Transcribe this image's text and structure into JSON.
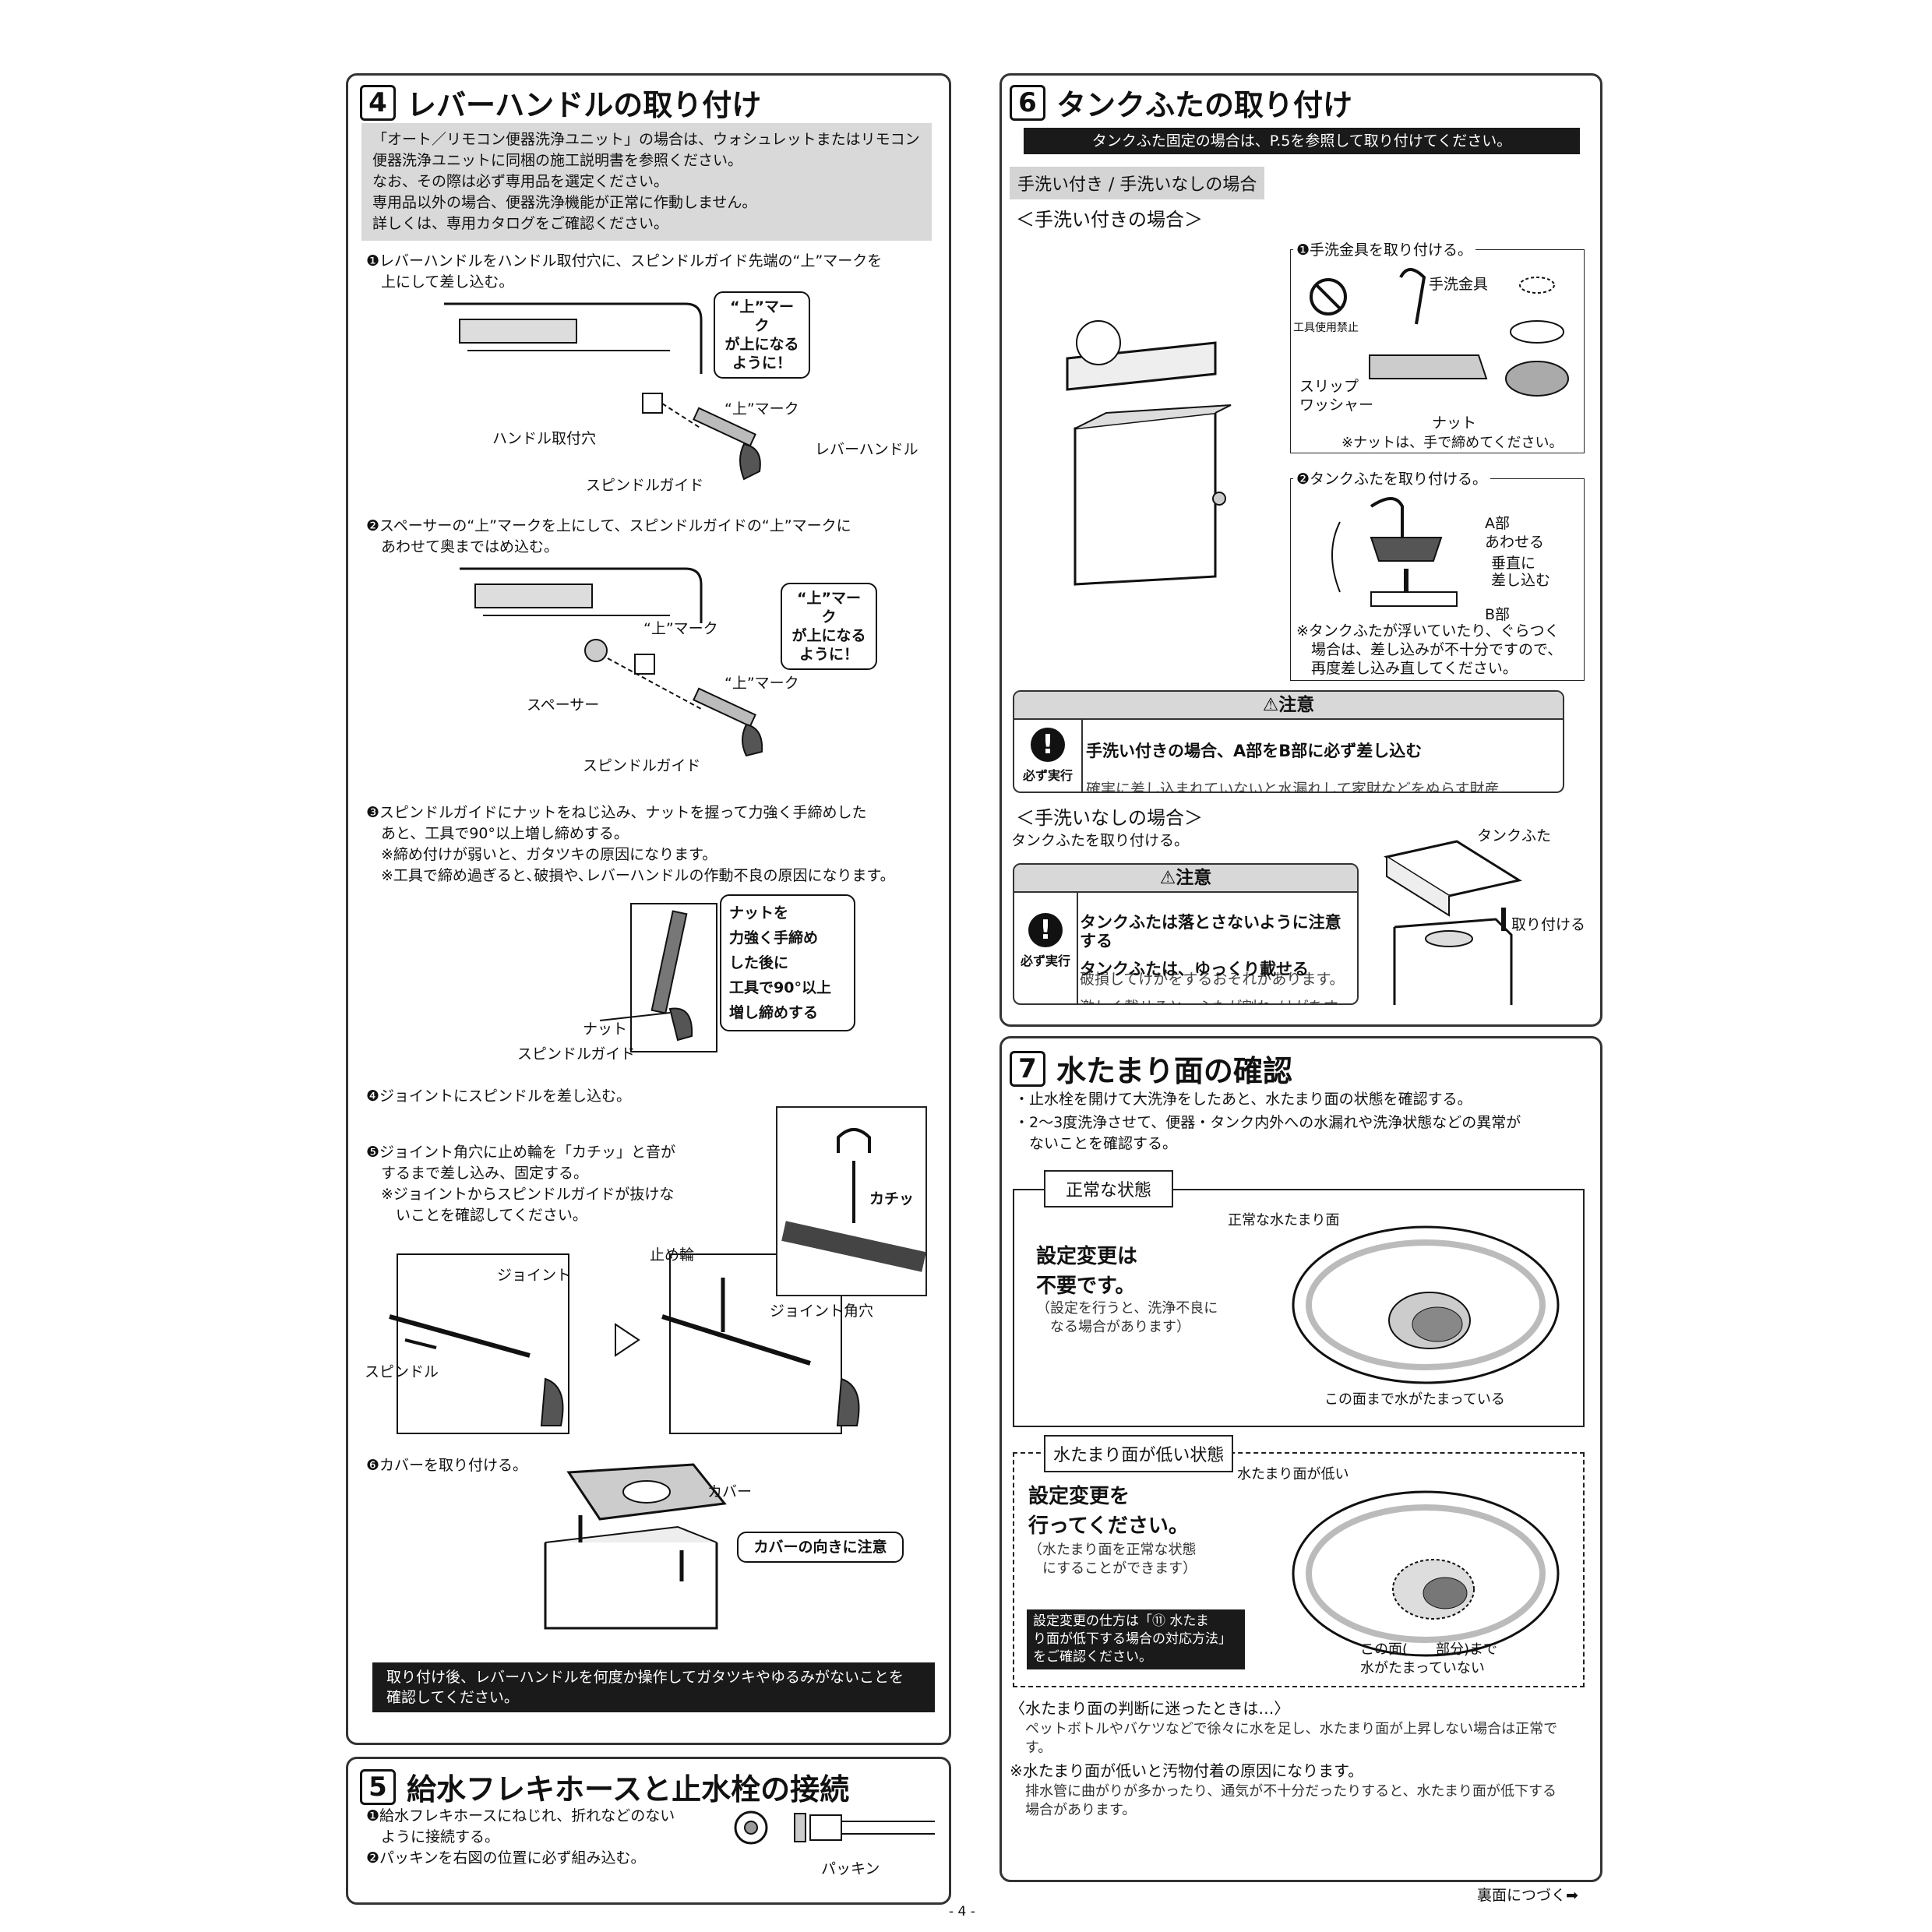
{
  "s4": {
    "num": "4",
    "title": "レバーハンドルの取り付け",
    "note": "「オート／リモコン便器洗浄ユニット」の場合は、ウォシュレットまたはリモコン便器洗浄ユニットに同梱の施工説明書を参照ください。\nなお、その際は必ず専用品を選定ください。\n専用品以外の場合、便器洗浄機能が正常に作動しません。\n詳しくは、専用カタログをご確認ください。",
    "step1": "❶レバーハンドルをハンドル取付穴に、スピンドルガイド先端の“上”マークを\n　上にして差し込む。",
    "step1_bubble": "“上”マーク\nが上になる\nように！",
    "step1_mark": "“上”マーク",
    "step1_hole": "ハンドル取付穴",
    "step1_guide": "スピンドルガイド",
    "step1_lever": "レバーハンドル",
    "step2": "❷スペーサーの“上”マークを上にして、スピンドルガイドの“上”マークに\n　あわせて奥まではめ込む。",
    "step2_mark1": "“上”マーク",
    "step2_bubble": "“上”マーク\nが上になる\nように！",
    "step2_mark2": "“上”マーク",
    "step2_spacer": "スペーサー",
    "step2_guide": "スピンドルガイド",
    "step3": "❸スピンドルガイドにナットをねじ込み、ナットを握って力強く手締めした\n　あと、工具で90°以上増し締めする。\n　※締め付けが弱いと、ガタツキの原因になります。\n　※工具で締め過ぎると､破損や､レバーハンドルの作動不良の原因になります。",
    "step3_bubble": "ナットを\n力強く手締め\nした後に\n工具で90°以上\n増し締めする",
    "step3_nut": "ナット",
    "step3_guide": "スピンドルガイド",
    "step4": "❹ジョイントにスピンドルを差し込む。",
    "step5": "❺ジョイント角穴に止め輪を「カチッ」と音が\n　するまで差し込み、固定する。\n　※ジョイントからスピンドルガイドが抜けな\n　　いことを確認してください。",
    "step5_joint": "ジョイント",
    "step5_spindle": "スピンドル",
    "step5_ring": "止め輪",
    "step5_hole": "ジョイント角穴",
    "step5_click": "カチッ",
    "step6": "❻カバーを取り付ける。",
    "step6_cover": "カバー",
    "step6_bubble": "カバーの向きに注意",
    "footer": "取り付け後、レバーハンドルを何度か操作してガタツキやゆるみがないことを\n確認してください。"
  },
  "s5": {
    "num": "5",
    "title": "給水フレキホースと止水栓の接続",
    "step1": "❶給水フレキホースにねじれ、折れなどのない\n　ように接続する。",
    "step2": "❷パッキンを右図の位置に必ず組み込む。",
    "packing": "パッキン"
  },
  "s6": {
    "num": "6",
    "title": "タンクふたの取り付け",
    "bar": "タンクふた固定の場合は、P.5を参照して取り付けてください。",
    "tag": "手洗い付き / 手洗いなしの場合",
    "with_head": "＜手洗い付きの場合＞",
    "box1_title": "❶手洗金具を取り付ける。",
    "box1_tool": "工具使用禁止",
    "box1_fitting": "手洗金具",
    "box1_washer": "スリップ\nワッシャー",
    "box1_nut": "ナット",
    "box1_note": "※ナットは、手で締めてください。",
    "box2_title": "❷タンクふたを取り付ける。",
    "box2_a": "A部\nあわせる",
    "box2_insert": "垂直に\n差し込む",
    "box2_b": "B部",
    "box2_note": "※タンクふたが浮いていたり、ぐらつく\n　場合は、差し込みが不十分ですので、\n　再度差し込み直してください。",
    "caution1_head": "⚠注意",
    "caution1_must": "必ず実行",
    "caution1_title": "手洗い付きの場合、A部をB部に必ず差し込む",
    "caution1_text": "確実に差し込まれていないと水漏れして家財などをぬらす財産\n損害発生のおそれがあります。",
    "without_head": "＜手洗いなしの場合＞",
    "without_text": "タンクふたを取り付ける。",
    "lid_label": "タンクふた",
    "attach_label": "取り付ける",
    "caution2_head": "⚠注意",
    "caution2_must": "必ず実行",
    "caution2_title1": "タンクふたは落とさないように注意する",
    "caution2_text1": "破損してけがをするおそれがあります。",
    "caution2_title2": "タンクふたは、ゆっくり載せる",
    "caution2_text2": "激しく載せると、ふたが割れ､けがをす\nるおそれがあります。"
  },
  "s7": {
    "num": "7",
    "title": "水たまり面の確認",
    "bullet1": "・止水栓を開けて大洗浄をしたあと、水たまり面の状態を確認する。",
    "bullet2": "・2〜3度洗浄させて、便器・タンク内外への水漏れや洗浄状態などの異常が\n　ないことを確認する。",
    "normal_tab": "正常な状態",
    "normal_big": "設定変更は\n不要です。",
    "normal_small": "（設定を行うと、洗浄不良に\n　なる場合があります）",
    "normal_label": "正常な水たまり面",
    "normal_bottom": "この面まで水がたまっている",
    "low_tab": "水たまり面が低い状態",
    "low_big": "設定変更を\n行ってください。",
    "low_small": "（水たまり面を正常な状態\n　にすることができます）",
    "low_box": "設定変更の仕方は「⑪ 水たま\nり面が低下する場合の対応方法」\nをご確認ください。",
    "low_label": "水たまり面が低い",
    "low_bottom": "この面(　　部分)まで\n水がたまっていない",
    "hint_head": "〈水たまり面の判断に迷ったときは…〉",
    "hint_text": "ペットボトルやバケツなどで徐々に水を足し、水たまり面が上昇しない場合は正常で\nす。",
    "warn_head": "※水たまり面が低いと汚物付着の原因になります。",
    "warn_text": "排水管に曲がりが多かったり、通気が不十分だったりすると、水たまり面が低下する\n場合があります。"
  },
  "page_number": "- 4 -",
  "continue": "裏面につづく➡"
}
